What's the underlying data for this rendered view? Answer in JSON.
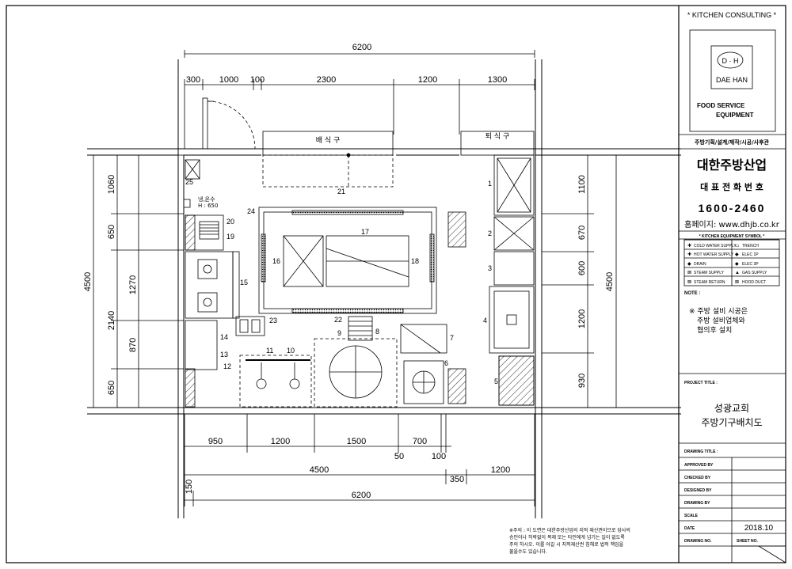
{
  "dims": {
    "top_total": "6200",
    "top_segments": [
      "300",
      "1000",
      "100",
      "2300",
      "1200",
      "1300"
    ],
    "left_total": "4500",
    "left_segments": [
      "1060",
      "650",
      "1270",
      "870",
      "650"
    ],
    "left_mid": "2140",
    "right_total": "4500",
    "right_segments": [
      "1100",
      "670",
      "600",
      "1200",
      "930"
    ],
    "bottom_segments": [
      "950",
      "1200",
      "1500",
      "700"
    ],
    "bottom_small": [
      "50",
      "100"
    ],
    "bottom_mid": "4500",
    "bottom_350": "350",
    "bottom_right": "1200",
    "bottom_left": "150",
    "bottom_total": "6200"
  },
  "plan": {
    "serving_counter": "배 식 구",
    "return_counter": "퇴 식 구",
    "pipe_note_line1": "냉,온수",
    "pipe_note_line2": "H : 650",
    "item_numbers": [
      "1",
      "2",
      "3",
      "4",
      "5",
      "6",
      "7",
      "8",
      "9",
      "10",
      "11",
      "12",
      "13",
      "14",
      "15",
      "16",
      "17",
      "18",
      "19",
      "20",
      "21",
      "22",
      "23",
      "24",
      "25"
    ]
  },
  "title_block": {
    "header": "* KITCHEN CONSULTING *",
    "logo_mark": "D · H",
    "logo_text": "DAE HAN",
    "food_service": "FOOD SERVICE",
    "equipment": "EQUIPMENT",
    "services": "주방기획/설계/제작/시공/사후관",
    "company": "대한주방산업",
    "phone_label": "대 표 전 화 번 호",
    "phone": "1600-2460",
    "homepage": "홈페이지: www.dhjb.co.kr",
    "symbol_header": "* KITCHEN EQUIPMENT SYMBOL *",
    "symbols": [
      {
        "left": "COLD WATER SUPPLY",
        "right": "TRENCH"
      },
      {
        "left": "HOT WATER SUPPLY",
        "right": "ELEC 1P"
      },
      {
        "left": "DRAIN",
        "right": "ELEC 3P"
      },
      {
        "left": "STEAM SUPPLY",
        "right": "GAS SUPPLY"
      },
      {
        "left": "STEAM RETURN",
        "right": "HOOD DUCT"
      }
    ],
    "note_label": "NOTE :",
    "note_lines": [
      "※ 주방 설비 시공은",
      "주방 설비업체와",
      "협의후 설치"
    ],
    "project_label": "PROJECT TITLE :",
    "project_name": "성광교회",
    "project_sub": "주방기구배치도",
    "drawing_label": "DRAWING TITLE :",
    "approved": "APPROVED BY",
    "checked": "CHECKED BY",
    "designed": "DESIGNED BY",
    "drawing_by": "DRAWING BY",
    "scale": "SCALE",
    "date_label": "DATE",
    "date": "2018.10",
    "drawing_no": "DRAWING NO.",
    "sheet_no": "SHEET NO."
  },
  "footer_note": [
    "※주의 : 이 도면은 대한주방산업의 지적 재산권이므로 당사의",
    "승인이나 허락없이 복제 또는 타인에게 넘기는 일이 없도록",
    "주의 하시오. 이를 어길 시 지적재산권 침해로 법적 책임을",
    "물을수도 있습니다."
  ]
}
